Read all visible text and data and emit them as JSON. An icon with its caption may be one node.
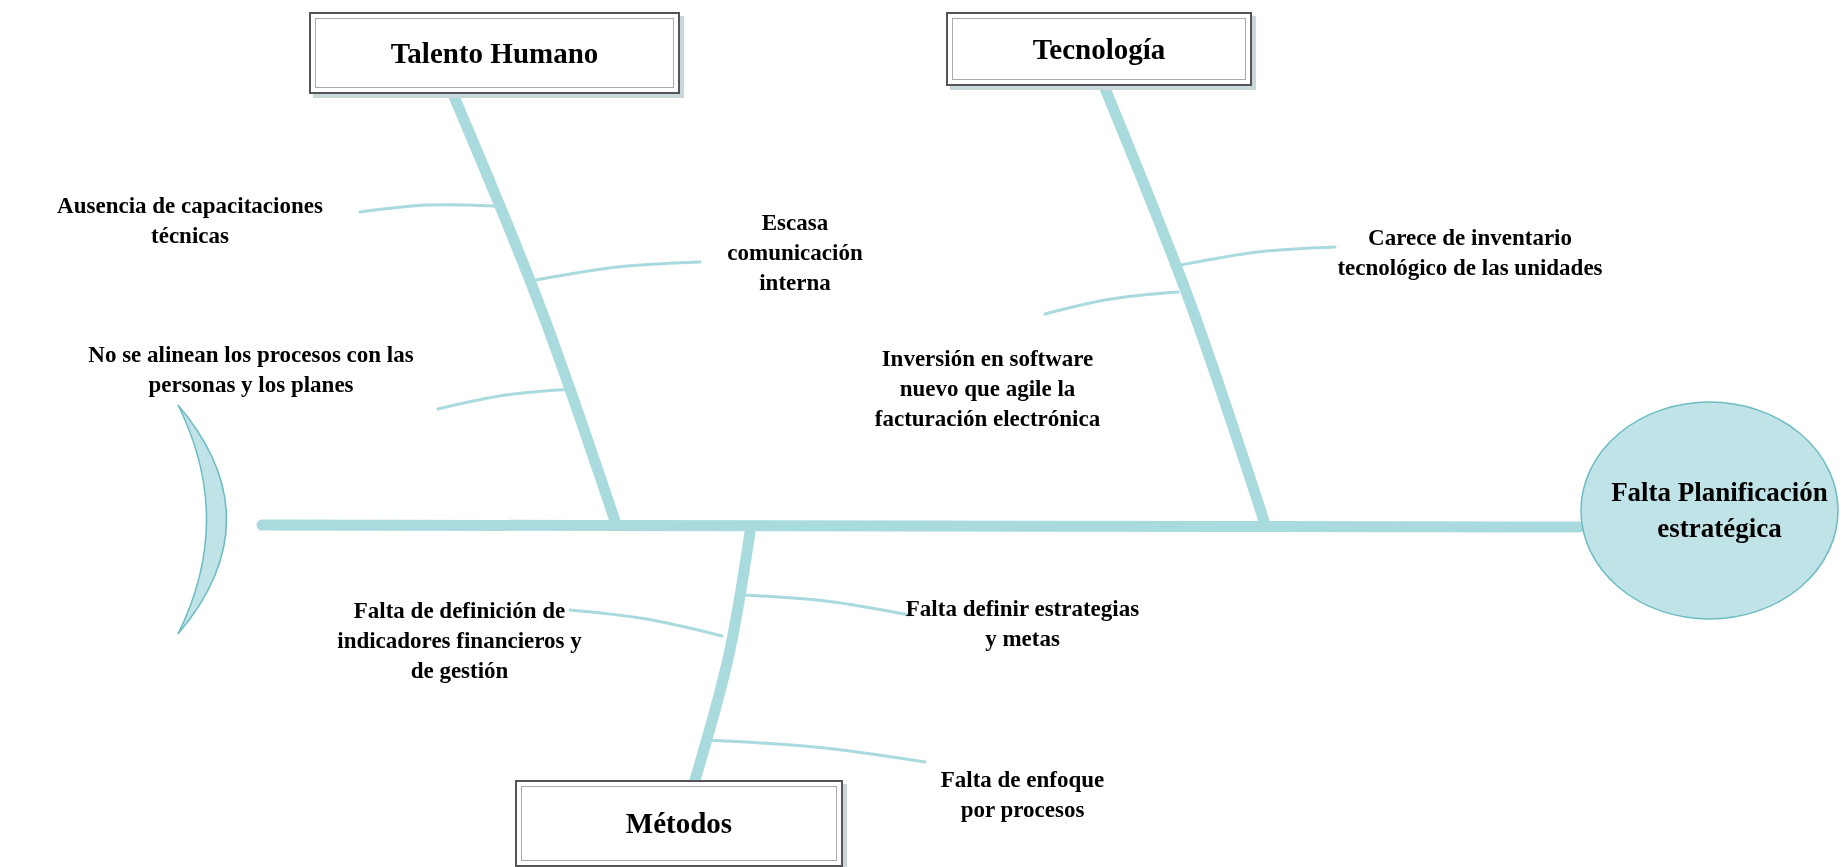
{
  "diagram": {
    "nodes": [
      {
        "text": [
          "Talento Humano"
        ]
      },
      {
        "text": [
          "Tecnología"
        ]
      },
      {
        "text": [
          "Ausencia de capacitaciones técnicas"
        ]
      },
      {
        "text": [
          "Escasa comunicación interna"
        ]
      },
      {
        "text": [
          "No se alinean los procesos con las personas y los planes"
        ]
      },
      {
        "text": [
          "Carece de inventario tecnológico de las unidades"
        ]
      },
      {
        "text": [
          "Inversión en software nuevo  que agile la facturación electrónica"
        ]
      },
      {
        "text": [],
        "shape": "crescent"
      },
      {
        "text": [
          "Falta Planificación estratégica"
        ]
      },
      {
        "text": [
          "Falta de definición de indicadores financieros y de gestión"
        ]
      },
      {
        "text": [
          "Falta definir estrategias y metas"
        ]
      },
      {
        "text": [
          "Falta de enfoque por procesos"
        ]
      },
      {
        "text": [
          "Métodos"
        ]
      }
    ],
    "edges": [
      {
        "from": 7,
        "to": 8,
        "arrow": "none",
        "style": "thick"
      },
      {
        "from": 0,
        "to": null,
        "arrow": "none",
        "style": "thick"
      },
      {
        "from": 1,
        "to": null,
        "arrow": "none",
        "style": "thick"
      },
      {
        "from": 12,
        "to": null,
        "arrow": "none",
        "style": "thick"
      },
      {
        "from": 2,
        "to": null,
        "arrow": "none"
      },
      {
        "from": 3,
        "to": null,
        "arrow": "none"
      },
      {
        "from": 4,
        "to": null,
        "arrow": "none"
      },
      {
        "from": 5,
        "to": null,
        "arrow": "none"
      },
      {
        "from": 6,
        "to": null,
        "arrow": "none"
      },
      {
        "from": 9,
        "to": null,
        "arrow": "none"
      },
      {
        "from": 10,
        "to": null,
        "arrow": "none"
      },
      {
        "from": 11,
        "to": null,
        "arrow": "none"
      }
    ]
  }
}
